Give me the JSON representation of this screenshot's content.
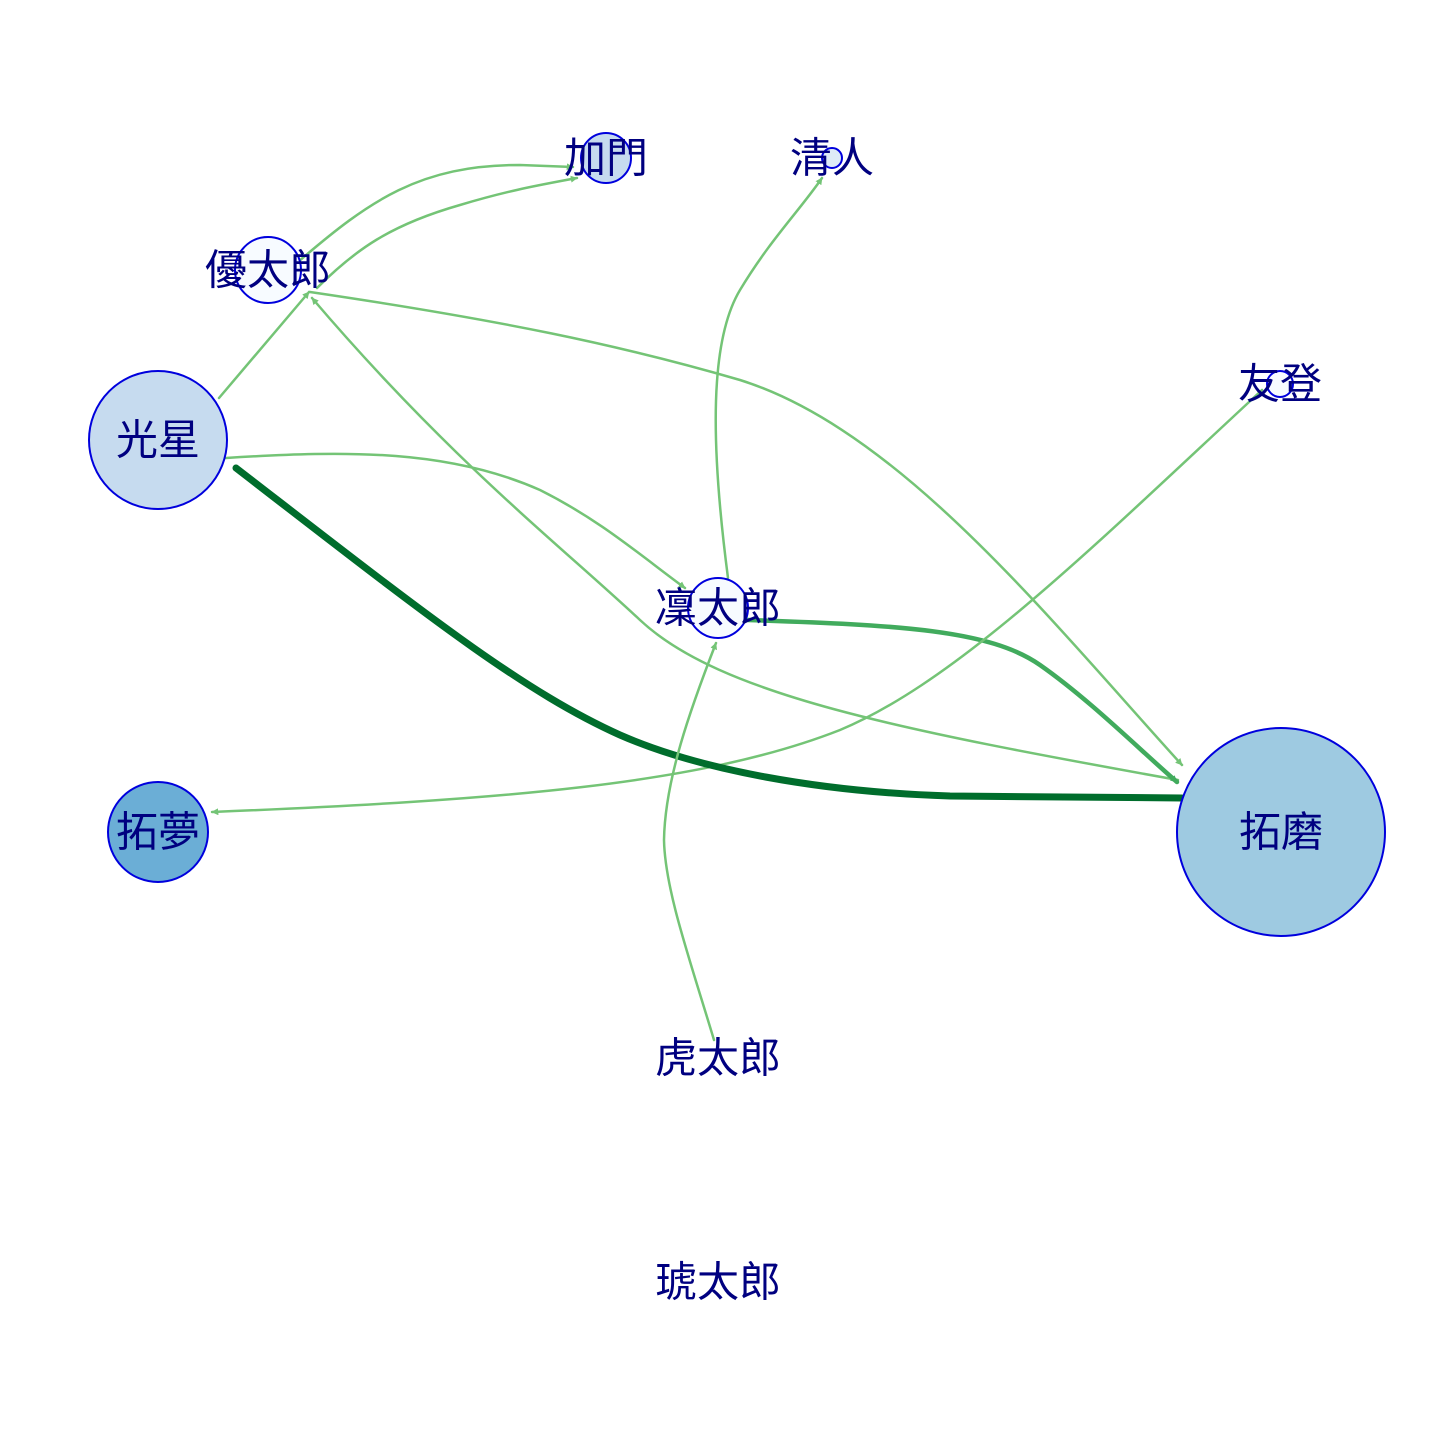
{
  "colors": {
    "background": "#ffffff",
    "label": "#000080",
    "node_border": "#0000dd",
    "edge_light": "#74c476",
    "edge_medium": "#41ab5d",
    "edge_dark": "#006d2c"
  },
  "nodes": [
    {
      "id": "yutaro",
      "label": "優太郎",
      "fill": "#f7fbff"
    },
    {
      "id": "kamon",
      "label": "加門",
      "fill": "#c6dbef"
    },
    {
      "id": "kiyoto",
      "label": "清人",
      "fill": "#deebf7"
    },
    {
      "id": "tomo",
      "label": "友登",
      "fill": "#f7fbff"
    },
    {
      "id": "kosei",
      "label": "光星",
      "fill": "#c6dbef"
    },
    {
      "id": "rintaro",
      "label": "凜太郎",
      "fill": "#f7fbff"
    },
    {
      "id": "takumu",
      "label": "拓夢",
      "fill": "#6baed6"
    },
    {
      "id": "takuma",
      "label": "拓磨",
      "fill": "#9ecae1"
    },
    {
      "id": "kotaro",
      "label": "虎太郎",
      "fill": "none"
    },
    {
      "id": "kotaro2",
      "label": "琥太郎",
      "fill": "none"
    }
  ],
  "edges": [
    {
      "from": "yutaro",
      "to": "kamon",
      "strength": "light"
    },
    {
      "from": "yutaro",
      "to": "kamon",
      "strength": "light"
    },
    {
      "from": "kosei",
      "to": "yutaro",
      "strength": "light"
    },
    {
      "from": "takuma",
      "to": "yutaro",
      "strength": "light"
    },
    {
      "from": "yutaro",
      "to": "takuma",
      "strength": "light"
    },
    {
      "from": "kosei",
      "to": "rintaro",
      "strength": "light"
    },
    {
      "from": "rintaro",
      "to": "kiyoto",
      "strength": "light"
    },
    {
      "from": "rintaro",
      "to": "takuma",
      "strength": "medium"
    },
    {
      "from": "tomo",
      "to": "takumu",
      "strength": "light"
    },
    {
      "from": "takuma",
      "to": "kosei",
      "strength": "dark"
    },
    {
      "from": "kotaro",
      "to": "rintaro",
      "strength": "light"
    }
  ]
}
